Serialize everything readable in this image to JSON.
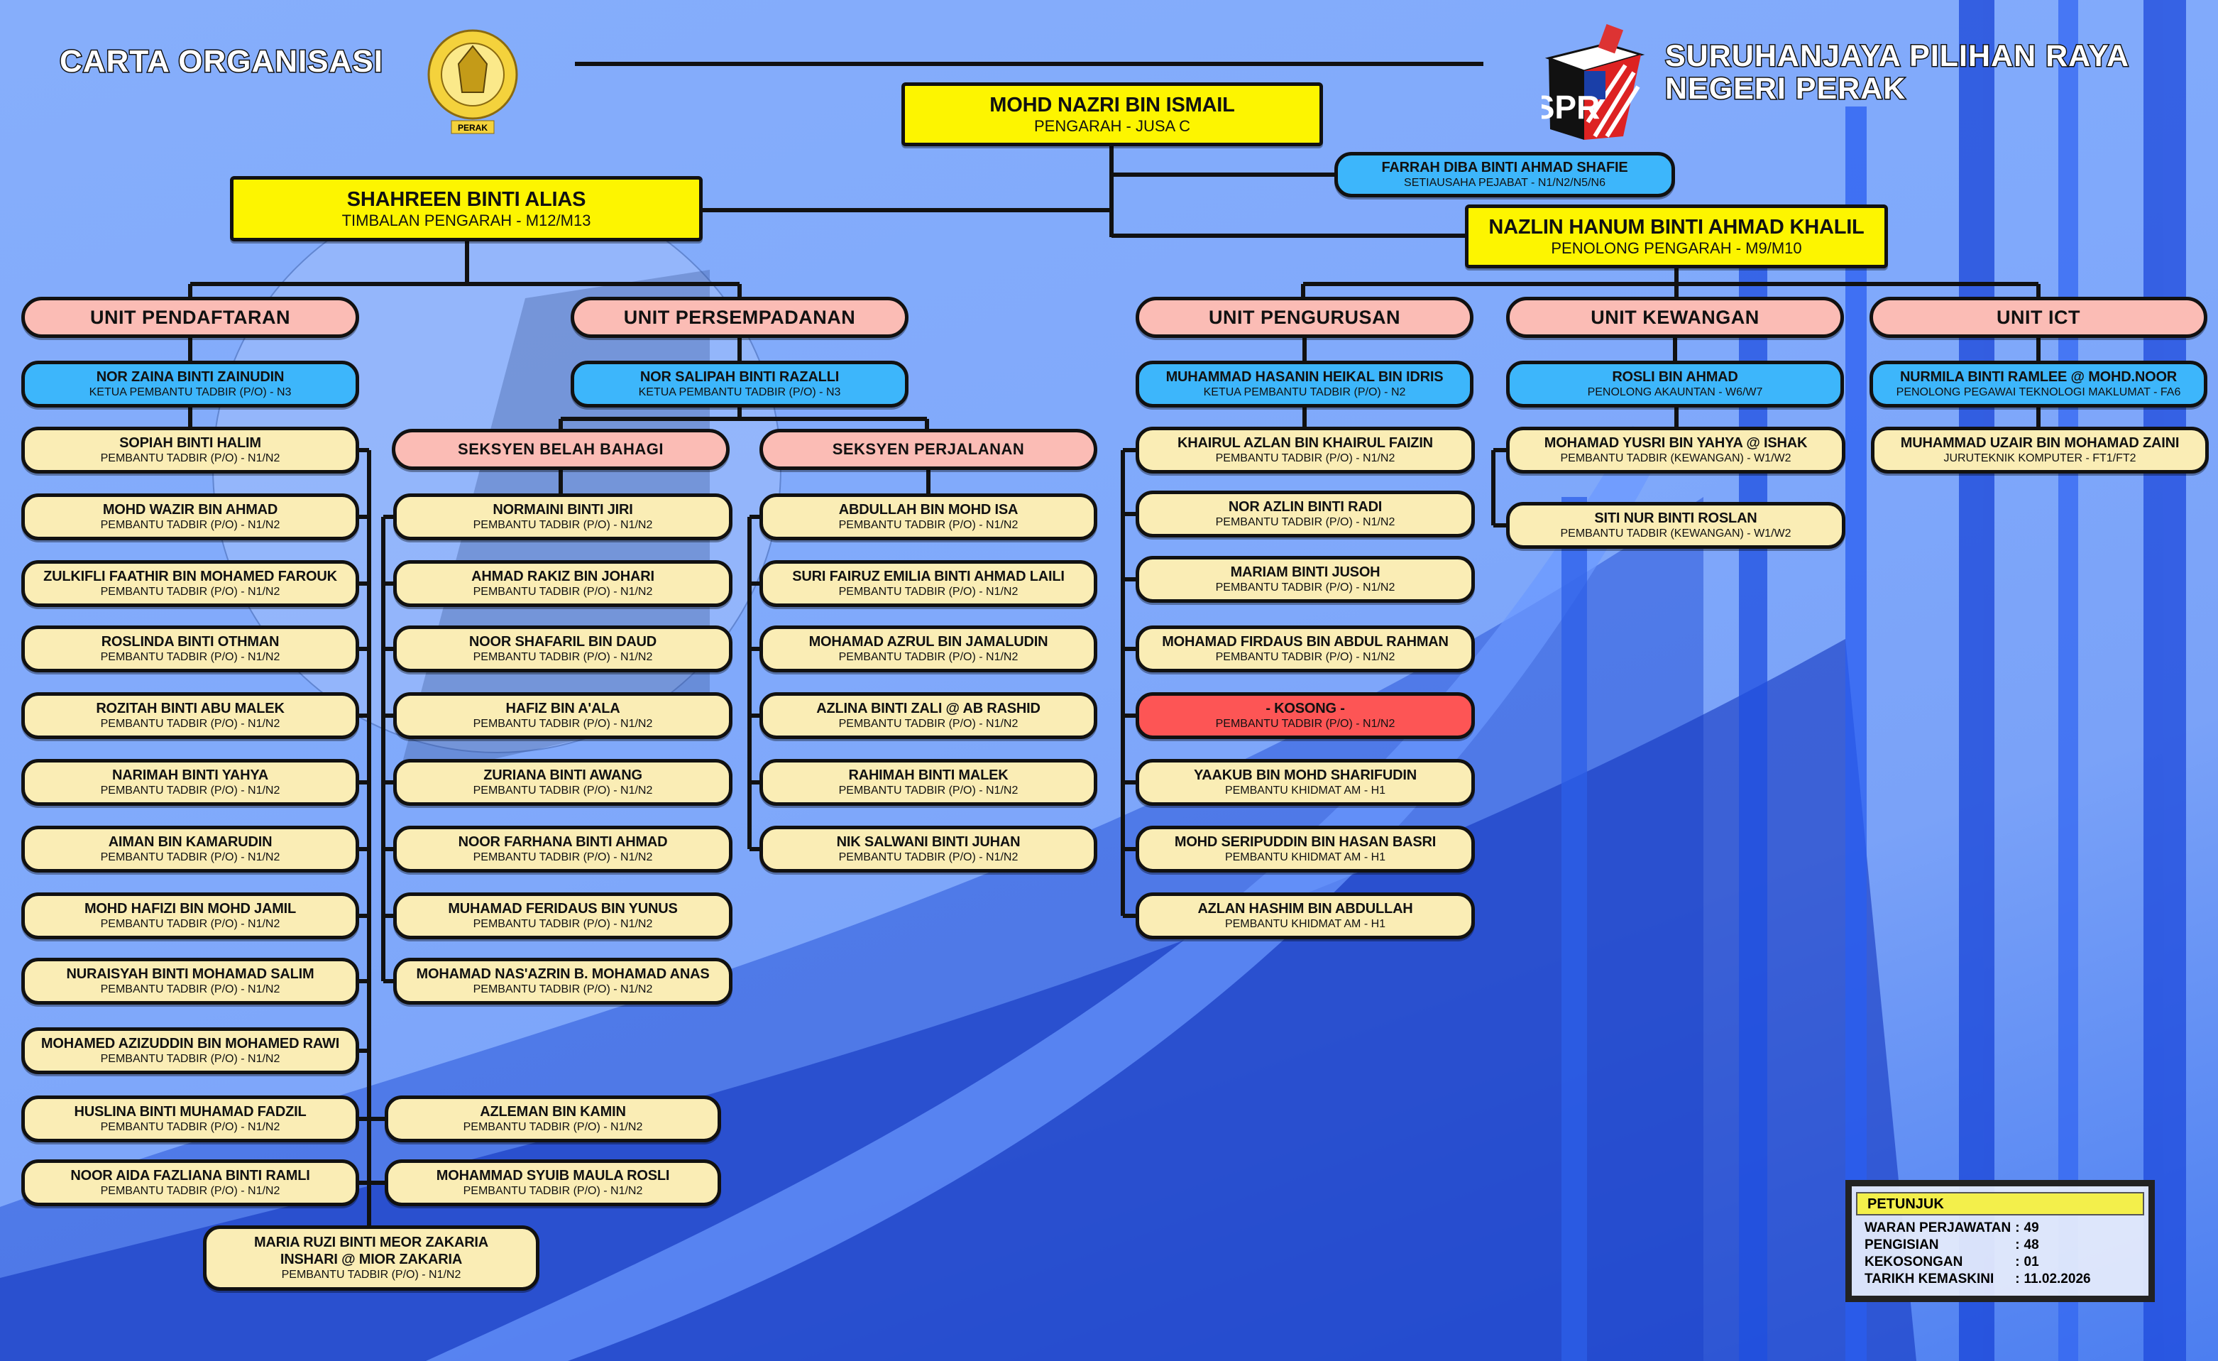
{
  "header": {
    "title": "CARTA ORGANISASI",
    "org_line1": "SURUHANJAYA PILIHAN RAYA",
    "org_line2": "NEGERI PERAK",
    "crest_text": "PERAK",
    "spr_logo_text": "SPR"
  },
  "director": {
    "name": "MOHD NAZRI BIN ISMAIL",
    "title": "PENGARAH - JUSA C"
  },
  "secretary": {
    "name": "FARRAH DIBA BINTI AHMAD SHAFIE",
    "title": "SETIAUSAHA PEJABAT - N1/N2/N5/N6"
  },
  "deputy": {
    "name": "SHAHREEN BINTI ALIAS",
    "title": "TIMBALAN PENGARAH - M12/M13"
  },
  "assistant": {
    "name": "NAZLIN HANUM BINTI AHMAD KHALIL",
    "title": "PENOLONG PENGARAH - M9/M10"
  },
  "units": {
    "pendaftaran": {
      "label": "UNIT PENDAFTARAN",
      "head": {
        "name": "NOR ZAINA BINTI ZAINUDIN",
        "title": "KETUA PEMBANTU TADBIR (P/O) - N3"
      },
      "staff": [
        {
          "name": "SOPIAH BINTI HALIM",
          "title": "PEMBANTU TADBIR (P/O) - N1/N2"
        },
        {
          "name": "MOHD WAZIR BIN AHMAD",
          "title": "PEMBANTU TADBIR (P/O) - N1/N2"
        },
        {
          "name": "ZULKIFLI FAATHIR BIN MOHAMED FAROUK",
          "title": "PEMBANTU TADBIR (P/O) - N1/N2"
        },
        {
          "name": "ROSLINDA BINTI OTHMAN",
          "title": "PEMBANTU TADBIR (P/O) - N1/N2"
        },
        {
          "name": "ROZITAH BINTI ABU MALEK",
          "title": "PEMBANTU TADBIR (P/O) - N1/N2"
        },
        {
          "name": "NARIMAH BINTI YAHYA",
          "title": "PEMBANTU TADBIR (P/O) - N1/N2"
        },
        {
          "name": "AIMAN BIN KAMARUDIN",
          "title": "PEMBANTU TADBIR (P/O) - N1/N2"
        },
        {
          "name": "MOHD HAFIZI BIN MOHD JAMIL",
          "title": "PEMBANTU TADBIR (P/O) - N1/N2"
        },
        {
          "name": "NURAISYAH BINTI MOHAMAD SALIM",
          "title": "PEMBANTU TADBIR (P/O) - N1/N2"
        },
        {
          "name": "MOHAMED AZIZUDDIN BIN MOHAMED RAWI",
          "title": "PEMBANTU TADBIR (P/O) - N1/N2"
        },
        {
          "name": "HUSLINA BINTI MUHAMAD FADZIL",
          "title": "PEMBANTU TADBIR (P/O) - N1/N2"
        },
        {
          "name": "NOOR AIDA FAZLIANA BINTI RAMLI",
          "title": "PEMBANTU TADBIR (P/O) - N1/N2"
        },
        {
          "name": "AZLEMAN BIN KAMIN",
          "title": "PEMBANTU TADBIR (P/O) - N1/N2"
        },
        {
          "name": "MOHAMMAD SYUIB MAULA ROSLI",
          "title": "PEMBANTU TADBIR (P/O) - N1/N2"
        },
        {
          "name": "MARIA RUZI BINTI MEOR ZAKARIA",
          "name2": "INSHARI @ MIOR ZAKARIA",
          "title": "PEMBANTU TADBIR (P/O) - N1/N2"
        }
      ]
    },
    "persempadanan": {
      "label": "UNIT PERSEMPADANAN",
      "head": {
        "name": "NOR SALIPAH BINTI RAZALLI",
        "title": "KETUA PEMBANTU TADBIR (P/O) - N3"
      },
      "sections": [
        {
          "label": "SEKSYEN BELAH BAHAGI",
          "staff": [
            {
              "name": "NORMAINI BINTI JIRI",
              "title": "PEMBANTU TADBIR (P/O) - N1/N2"
            },
            {
              "name": "AHMAD RAKIZ BIN JOHARI",
              "title": "PEMBANTU TADBIR (P/O) - N1/N2"
            },
            {
              "name": "NOOR SHAFARIL BIN DAUD",
              "title": "PEMBANTU TADBIR (P/O) - N1/N2"
            },
            {
              "name": "HAFIZ BIN A'ALA",
              "title": "PEMBANTU TADBIR (P/O) - N1/N2"
            },
            {
              "name": "ZURIANA BINTI AWANG",
              "title": "PEMBANTU TADBIR (P/O) - N1/N2"
            },
            {
              "name": "NOOR FARHANA BINTI AHMAD",
              "title": "PEMBANTU TADBIR (P/O) - N1/N2"
            },
            {
              "name": "MUHAMAD FERIDAUS BIN YUNUS",
              "title": "PEMBANTU TADBIR (P/O) - N1/N2"
            },
            {
              "name": "MOHAMAD NAS'AZRIN B. MOHAMAD ANAS",
              "title": "PEMBANTU TADBIR (P/O) - N1/N2"
            }
          ]
        },
        {
          "label": "SEKSYEN PERJALANAN",
          "staff": [
            {
              "name": "ABDULLAH BIN MOHD ISA",
              "title": "PEMBANTU TADBIR (P/O) - N1/N2"
            },
            {
              "name": "SURI FAIRUZ EMILIA BINTI AHMAD LAILI",
              "title": "PEMBANTU TADBIR (P/O) - N1/N2"
            },
            {
              "name": "MOHAMAD AZRUL BIN JAMALUDIN",
              "title": "PEMBANTU TADBIR (P/O) - N1/N2"
            },
            {
              "name": "AZLINA BINTI ZALI @ AB RASHID",
              "title": "PEMBANTU TADBIR (P/O) - N1/N2"
            },
            {
              "name": "RAHIMAH BINTI MALEK",
              "title": "PEMBANTU TADBIR (P/O) - N1/N2"
            },
            {
              "name": "NIK SALWANI BINTI JUHAN",
              "title": "PEMBANTU TADBIR (P/O) - N1/N2"
            }
          ]
        }
      ]
    },
    "pengurusan": {
      "label": "UNIT PENGURUSAN",
      "head": {
        "name": "MUHAMMAD HASANIN HEIKAL BIN IDRIS",
        "title": "KETUA PEMBANTU TADBIR (P/O) - N2"
      },
      "staff": [
        {
          "name": "KHAIRUL AZLAN BIN KHAIRUL FAIZIN",
          "title": "PEMBANTU TADBIR (P/O) - N1/N2"
        },
        {
          "name": "NOR AZLIN BINTI RADI",
          "title": "PEMBANTU TADBIR (P/O) - N1/N2"
        },
        {
          "name": "MARIAM BINTI JUSOH",
          "title": "PEMBANTU TADBIR (P/O) - N1/N2"
        },
        {
          "name": "MOHAMAD FIRDAUS BIN ABDUL RAHMAN",
          "title": "PEMBANTU TADBIR (P/O) - N1/N2"
        },
        {
          "name": "- KOSONG -",
          "title": "PEMBANTU TADBIR (P/O) - N1/N2",
          "vacant": true
        },
        {
          "name": "YAAKUB BIN MOHD SHARIFUDIN",
          "title": "PEMBANTU KHIDMAT AM - H1"
        },
        {
          "name": "MOHD SERIPUDDIN BIN HASAN BASRI",
          "title": "PEMBANTU KHIDMAT AM - H1"
        },
        {
          "name": "AZLAN HASHIM BIN ABDULLAH",
          "title": "PEMBANTU KHIDMAT AM - H1"
        }
      ]
    },
    "kewangan": {
      "label": "UNIT KEWANGAN",
      "head": {
        "name": "ROSLI BIN AHMAD",
        "title": "PENOLONG AKAUNTAN - W6/W7"
      },
      "staff": [
        {
          "name": "MOHAMAD YUSRI BIN YAHYA @ ISHAK",
          "title": "PEMBANTU TADBIR (KEWANGAN) - W1/W2"
        },
        {
          "name": "SITI NUR BINTI ROSLAN",
          "title": "PEMBANTU TADBIR (KEWANGAN) - W1/W2"
        }
      ]
    },
    "ict": {
      "label": "UNIT ICT",
      "head": {
        "name": "NURMILA BINTI RAMLEE @ MOHD.NOOR",
        "title": "PENOLONG PEGAWAI TEKNOLOGI MAKLUMAT - FA6"
      },
      "staff": [
        {
          "name": "MUHAMMAD UZAIR BIN MOHAMAD ZAINI",
          "title": "JURUTEKNIK KOMPUTER - FT1/FT2"
        }
      ]
    }
  },
  "legend": {
    "title": "PETUNJUK",
    "rows": [
      {
        "label": "WARAN PERJAWATAN",
        "value": "49"
      },
      {
        "label": "PENGISIAN",
        "value": "48"
      },
      {
        "label": "KEKOSONGAN",
        "value": "01"
      },
      {
        "label": "TARIKH KEMASKINI",
        "value": "11.02.2026"
      }
    ]
  },
  "colors": {
    "executive": "#fdf500",
    "head": "#3db6fb",
    "unit": "#fbbcb5",
    "staff": "#faedb5",
    "vacant": "#fd5555",
    "legend_header": "#f3ef4b"
  }
}
